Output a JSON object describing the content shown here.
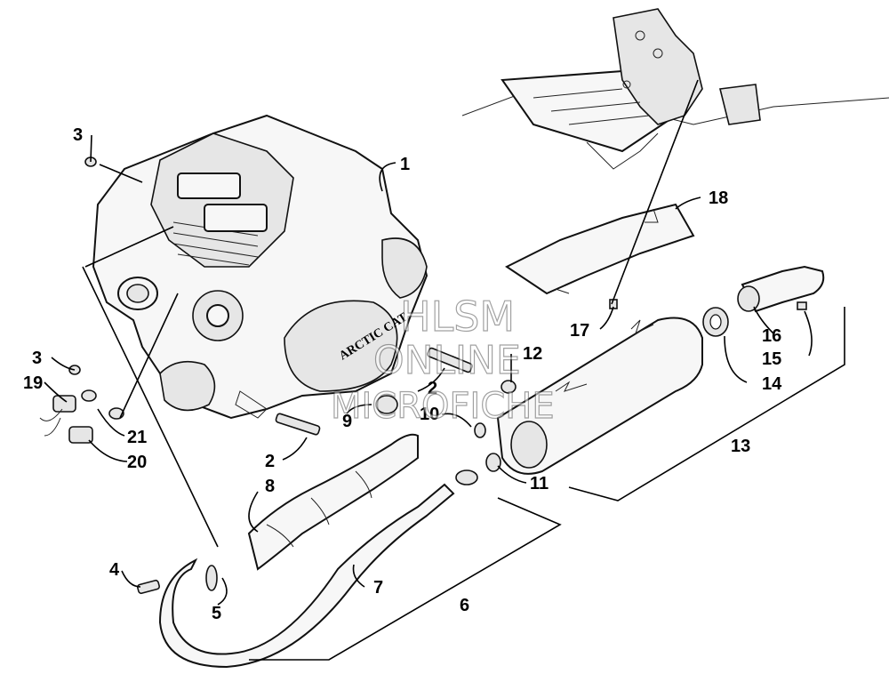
{
  "watermark": {
    "line1": "HLSM",
    "line2": "ONLINE",
    "line3": "MICROFICHE"
  },
  "engine_text": "ARCTIC CAT",
  "callouts": {
    "c1": "1",
    "c2a": "2",
    "c2b": "2",
    "c3a": "3",
    "c3b": "3",
    "c4": "4",
    "c5": "5",
    "c6": "6",
    "c7": "7",
    "c8": "8",
    "c9": "9",
    "c10": "10",
    "c11": "11",
    "c12": "12",
    "c13": "13",
    "c14": "14",
    "c15": "15",
    "c16": "16",
    "c17": "17",
    "c18": "18",
    "c19": "19",
    "c20": "20",
    "c21": "21"
  }
}
